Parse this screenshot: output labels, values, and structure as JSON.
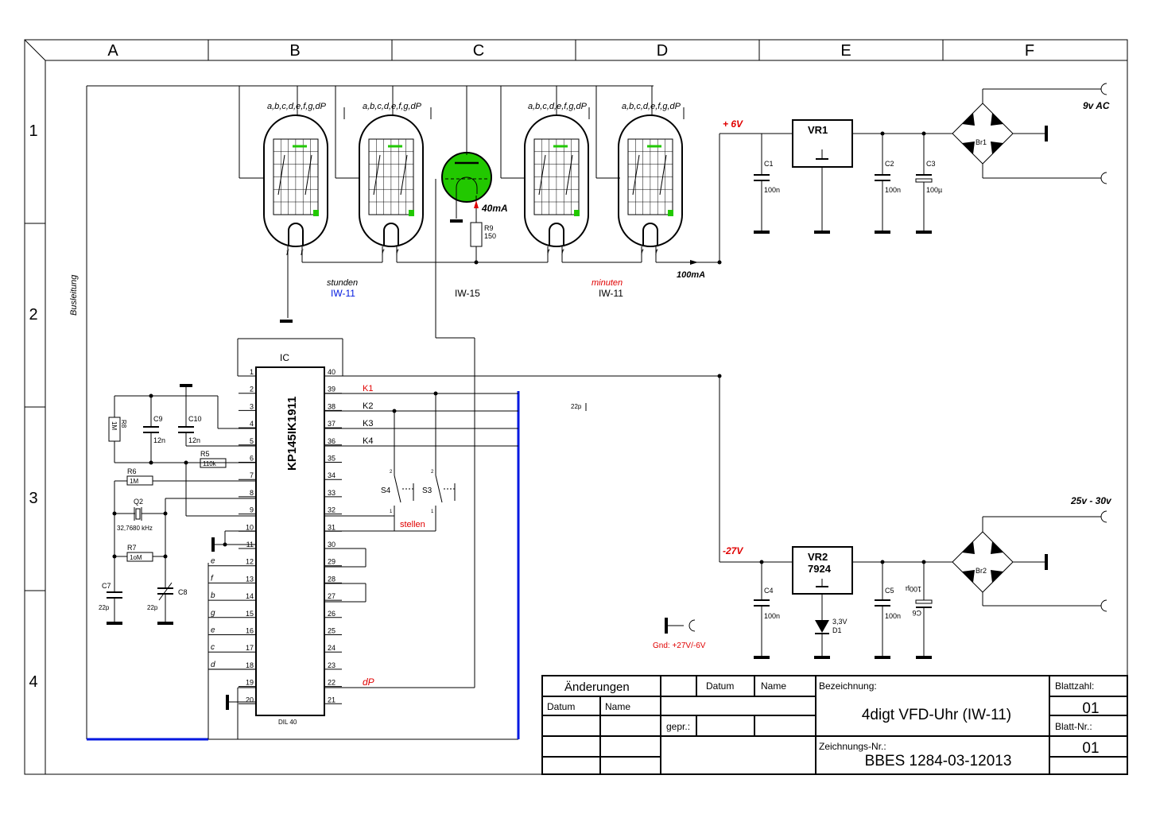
{
  "frame": {
    "columns": [
      "A",
      "B",
      "C",
      "D",
      "E",
      "F"
    ],
    "rows": [
      "1",
      "2",
      "3",
      "4"
    ]
  },
  "labels": {
    "busleitung": "Busleitung",
    "segments": "a,b,c,d,e,f,g,dP",
    "fil": "f",
    "tube_current": "40mA",
    "r9": "R9",
    "r9_val": "150",
    "stunden": "stunden",
    "stunden_type": "IW-11",
    "iw15": "IW-15",
    "minuten": "minuten",
    "minuten_type": "IW-11",
    "v_plus6": "+ 6V",
    "i_100ma": "100mA",
    "vr1": "VR1",
    "c1": "C1",
    "c1_val": "100n",
    "c2": "C2",
    "c2_val": "100n",
    "c3": "C3",
    "c3_val": "100µ",
    "br1": "Br1",
    "ac9v": "9v AC",
    "ic": "IC",
    "ic_part": "KP145IK1911",
    "dil": "DIL 40",
    "k1": "K1",
    "k2": "K2",
    "k3": "K3",
    "k4": "K4",
    "r8": "R8",
    "r8_val": "1M",
    "c9": "C9",
    "c9_val": "12n",
    "c10": "C10",
    "c10_val": "12n",
    "r5": "R5",
    "r5_val": "110k",
    "r6": "R6",
    "r6_val": "1M",
    "q2": "Q2",
    "q2_val": "32,7680 kHz",
    "r7": "R7",
    "r7_val": "1oM",
    "c7": "C7",
    "c7_val": "22p",
    "c8": "C8",
    "c8_val": "22p",
    "s4": "S4",
    "s3": "S3",
    "stellen": "stellen",
    "dp": "dP",
    "c22p": "22p",
    "v_minus27": "-27V",
    "vr2": "VR2",
    "vr2_part": "7924",
    "c4": "C4",
    "c4_val": "100n",
    "c5": "C5",
    "c5_val": "100n",
    "c6": "C6",
    "c6_val": "100µ",
    "d1": "D1",
    "d1_val": "3,3V",
    "br2": "Br2",
    "ac2530": "25v - 30v",
    "gnd_note": "Gnd: +27V/-6V",
    "pin_one": "1",
    "pin_two": "2",
    "seg_letters": [
      "e",
      "f",
      "b",
      "g",
      "e",
      "c",
      "d"
    ],
    "pins_left": [
      "1",
      "2",
      "3",
      "4",
      "5",
      "6",
      "7",
      "8",
      "9",
      "10",
      "11",
      "12",
      "13",
      "14",
      "15",
      "16",
      "17",
      "18",
      "19",
      "20"
    ],
    "pins_right": [
      "40",
      "39",
      "38",
      "37",
      "36",
      "35",
      "34",
      "33",
      "32",
      "31",
      "30",
      "29",
      "28",
      "27",
      "26",
      "25",
      "24",
      "23",
      "22",
      "21"
    ]
  },
  "titleblock": {
    "aenderungen": "Änderungen",
    "datum": "Datum",
    "name": "Name",
    "datum2": "Datum",
    "name2": "Name",
    "gepr": "gepr.:",
    "bezeichnung": "Bezeichnung:",
    "title": "4digt VFD-Uhr (IW-11)",
    "zeichnungsnr_label": "Zeichnungs-Nr.:",
    "zeichnungsnr": "BBES 1284-03-12013",
    "blattzahl_label": "Blattzahl:",
    "blattzahl": "01",
    "blattnr_label": "Blatt-Nr.:",
    "blattnr": "01"
  },
  "colors": {
    "tube_glow": "#22c800",
    "bus_blue": "#0018e0",
    "annotation_red": "#e00000"
  }
}
